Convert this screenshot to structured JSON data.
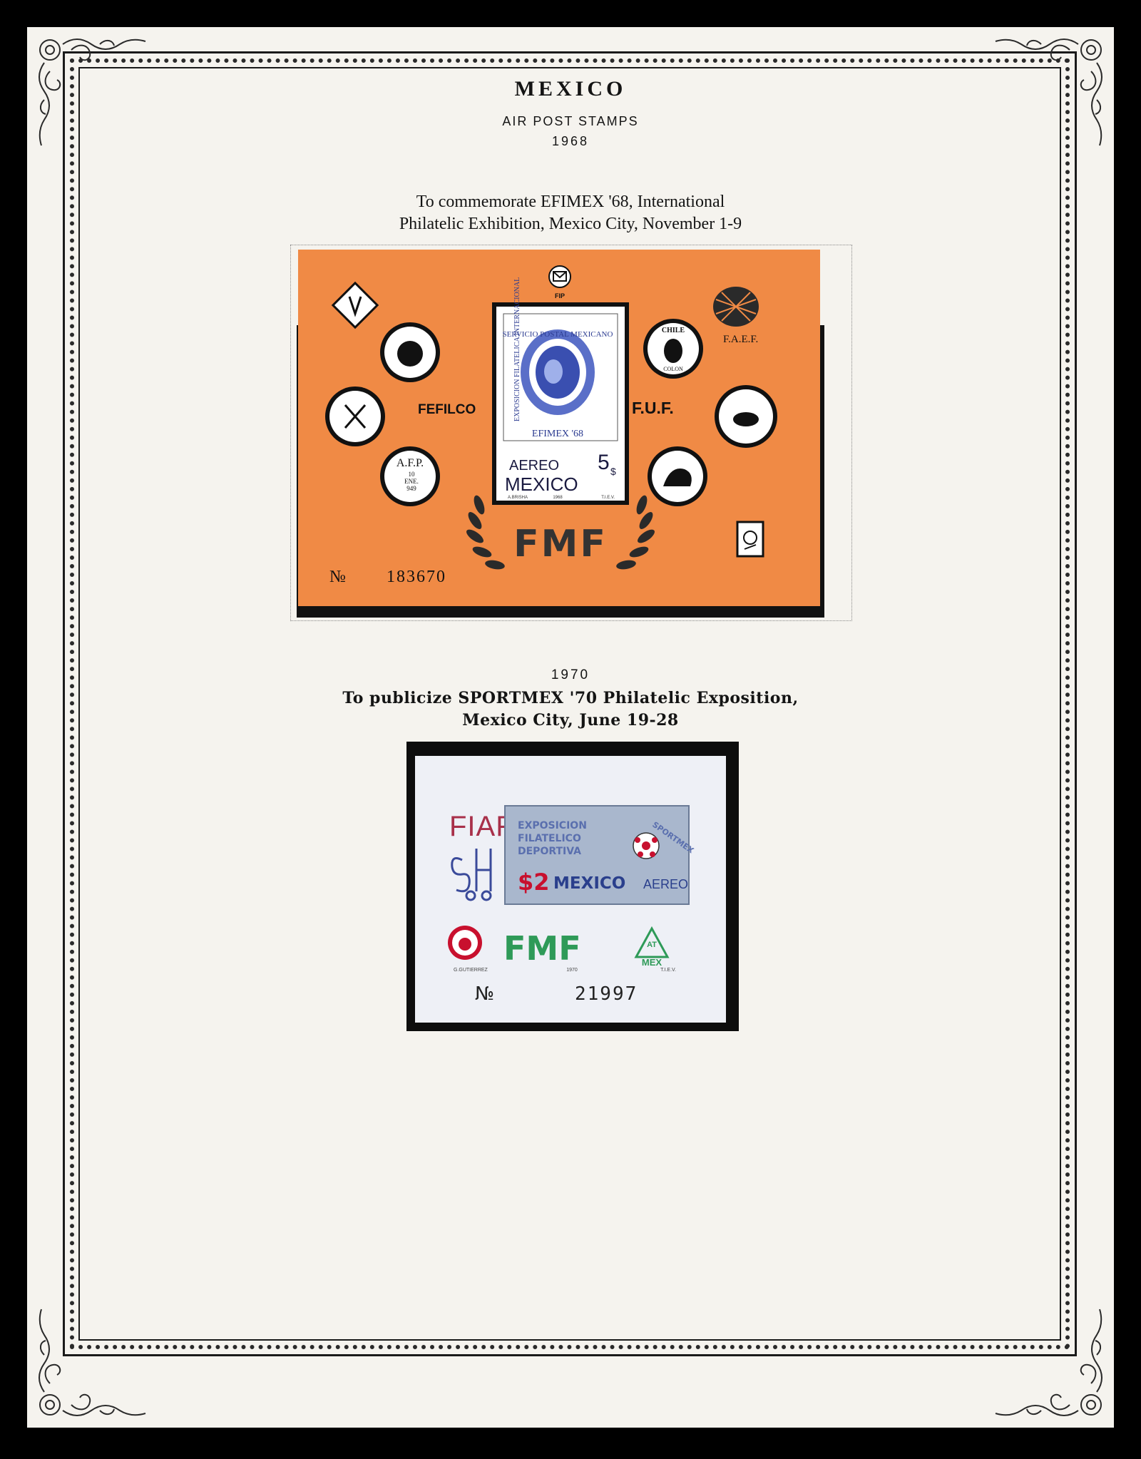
{
  "page": {
    "country": "MEXICO",
    "section": "AIR POST STAMPS",
    "year_1": "1968",
    "caption_1": [
      "To commemorate EFIMEX '68, International",
      "Philatelic Exhibition, Mexico City, November 1-9"
    ],
    "year_2": "1970",
    "caption_2": [
      "To publicize SPORTMEX '70 Philatelic Exposition,",
      "Mexico City, June 19-28"
    ]
  },
  "sheet_1968": {
    "background_color": "#f08a45",
    "fip": "FIP",
    "left_label": "FEFILCO",
    "right_label": "F.U.F.",
    "faef": "F.A.E.F.",
    "afp": [
      "A.F.P.",
      "10",
      "ENE.",
      "949"
    ],
    "stamp_arc": "EXPOSICION FILATELICA INTERNACIONAL",
    "stamp_inner": "SERVICIO POSTAL MEXICANO",
    "stamp_event": "EFIMEX '68",
    "stamp_aereo": "AEREO",
    "stamp_country": "MEXICO",
    "stamp_value": "5",
    "stamp_currency": "$",
    "stamp_designer": "A.BRISHA",
    "stamp_year": "1968",
    "stamp_printer": "T.I.E.V.",
    "fmf": "FMF",
    "chile": [
      "CHILE",
      "COLON"
    ],
    "number_prefix": "№",
    "number": "183670"
  },
  "sheet_1970": {
    "fiaf": "FIAF",
    "stamp_lines": [
      "EXPOSICION",
      "FILATELICO",
      "DEPORTIVA"
    ],
    "sportmex": "SPORTMEX",
    "stamp_value": "$2",
    "stamp_country": "MEXICO",
    "stamp_aereo": "AEREO",
    "fmf": "FMF",
    "amex": [
      "AT",
      "MEX"
    ],
    "designer": "G.GUTIERREZ",
    "year": "1970",
    "printer": "T.I.E.V.",
    "number_prefix": "№",
    "number": "21997"
  }
}
